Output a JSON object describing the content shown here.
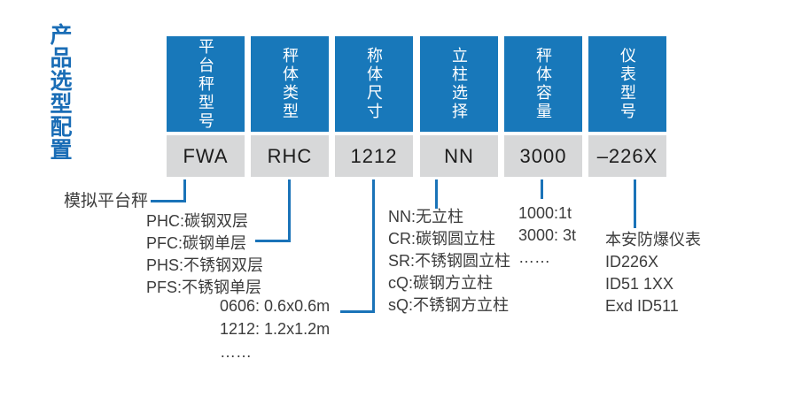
{
  "colors": {
    "blue": "#1878ba",
    "title-blue": "#1a6db6",
    "line-blue": "#1a73b8",
    "cell-gray": "#d7d8d9",
    "cell-text": "#1c1c1c",
    "text-dark": "#3c3c3c"
  },
  "title": "产品选型配置",
  "columns": [
    {
      "header": "平台秤型号",
      "value": "FWA"
    },
    {
      "header": "秤体类型",
      "value": "RHC"
    },
    {
      "header": "称体尺寸",
      "value": "1212"
    },
    {
      "header": "立柱选择",
      "value": "NN"
    },
    {
      "header": "秤体容量",
      "value": "3000"
    },
    {
      "header": "仪表型号",
      "value": "–226X"
    }
  ],
  "annotations": {
    "platform_label": "模拟平台秤",
    "scale_body_types": {
      "0": "PHC:碳钢双层",
      "1": "PFC:碳钢单层",
      "2": "PHS:不锈钢双层",
      "3": "PFS:不锈钢单层"
    },
    "body_sizes": {
      "0": "0606: 0.6x0.6m",
      "1": "1212: 1.2x1.2m",
      "2": "……"
    },
    "column_options": {
      "0": "NN:无立柱",
      "1": "CR:碳钢圆立柱",
      "2": "SR:不锈钢圆立柱",
      "3": "cQ:碳钢方立柱",
      "4": "sQ:不锈钢方立柱"
    },
    "capacities": {
      "0": "1000:1t",
      "1": "3000: 3t",
      "2": "……"
    },
    "indicators": {
      "0": "本安防爆仪表",
      "1": "ID226X",
      "2": "ID51 1XX",
      "3": "Exd ID511"
    }
  }
}
